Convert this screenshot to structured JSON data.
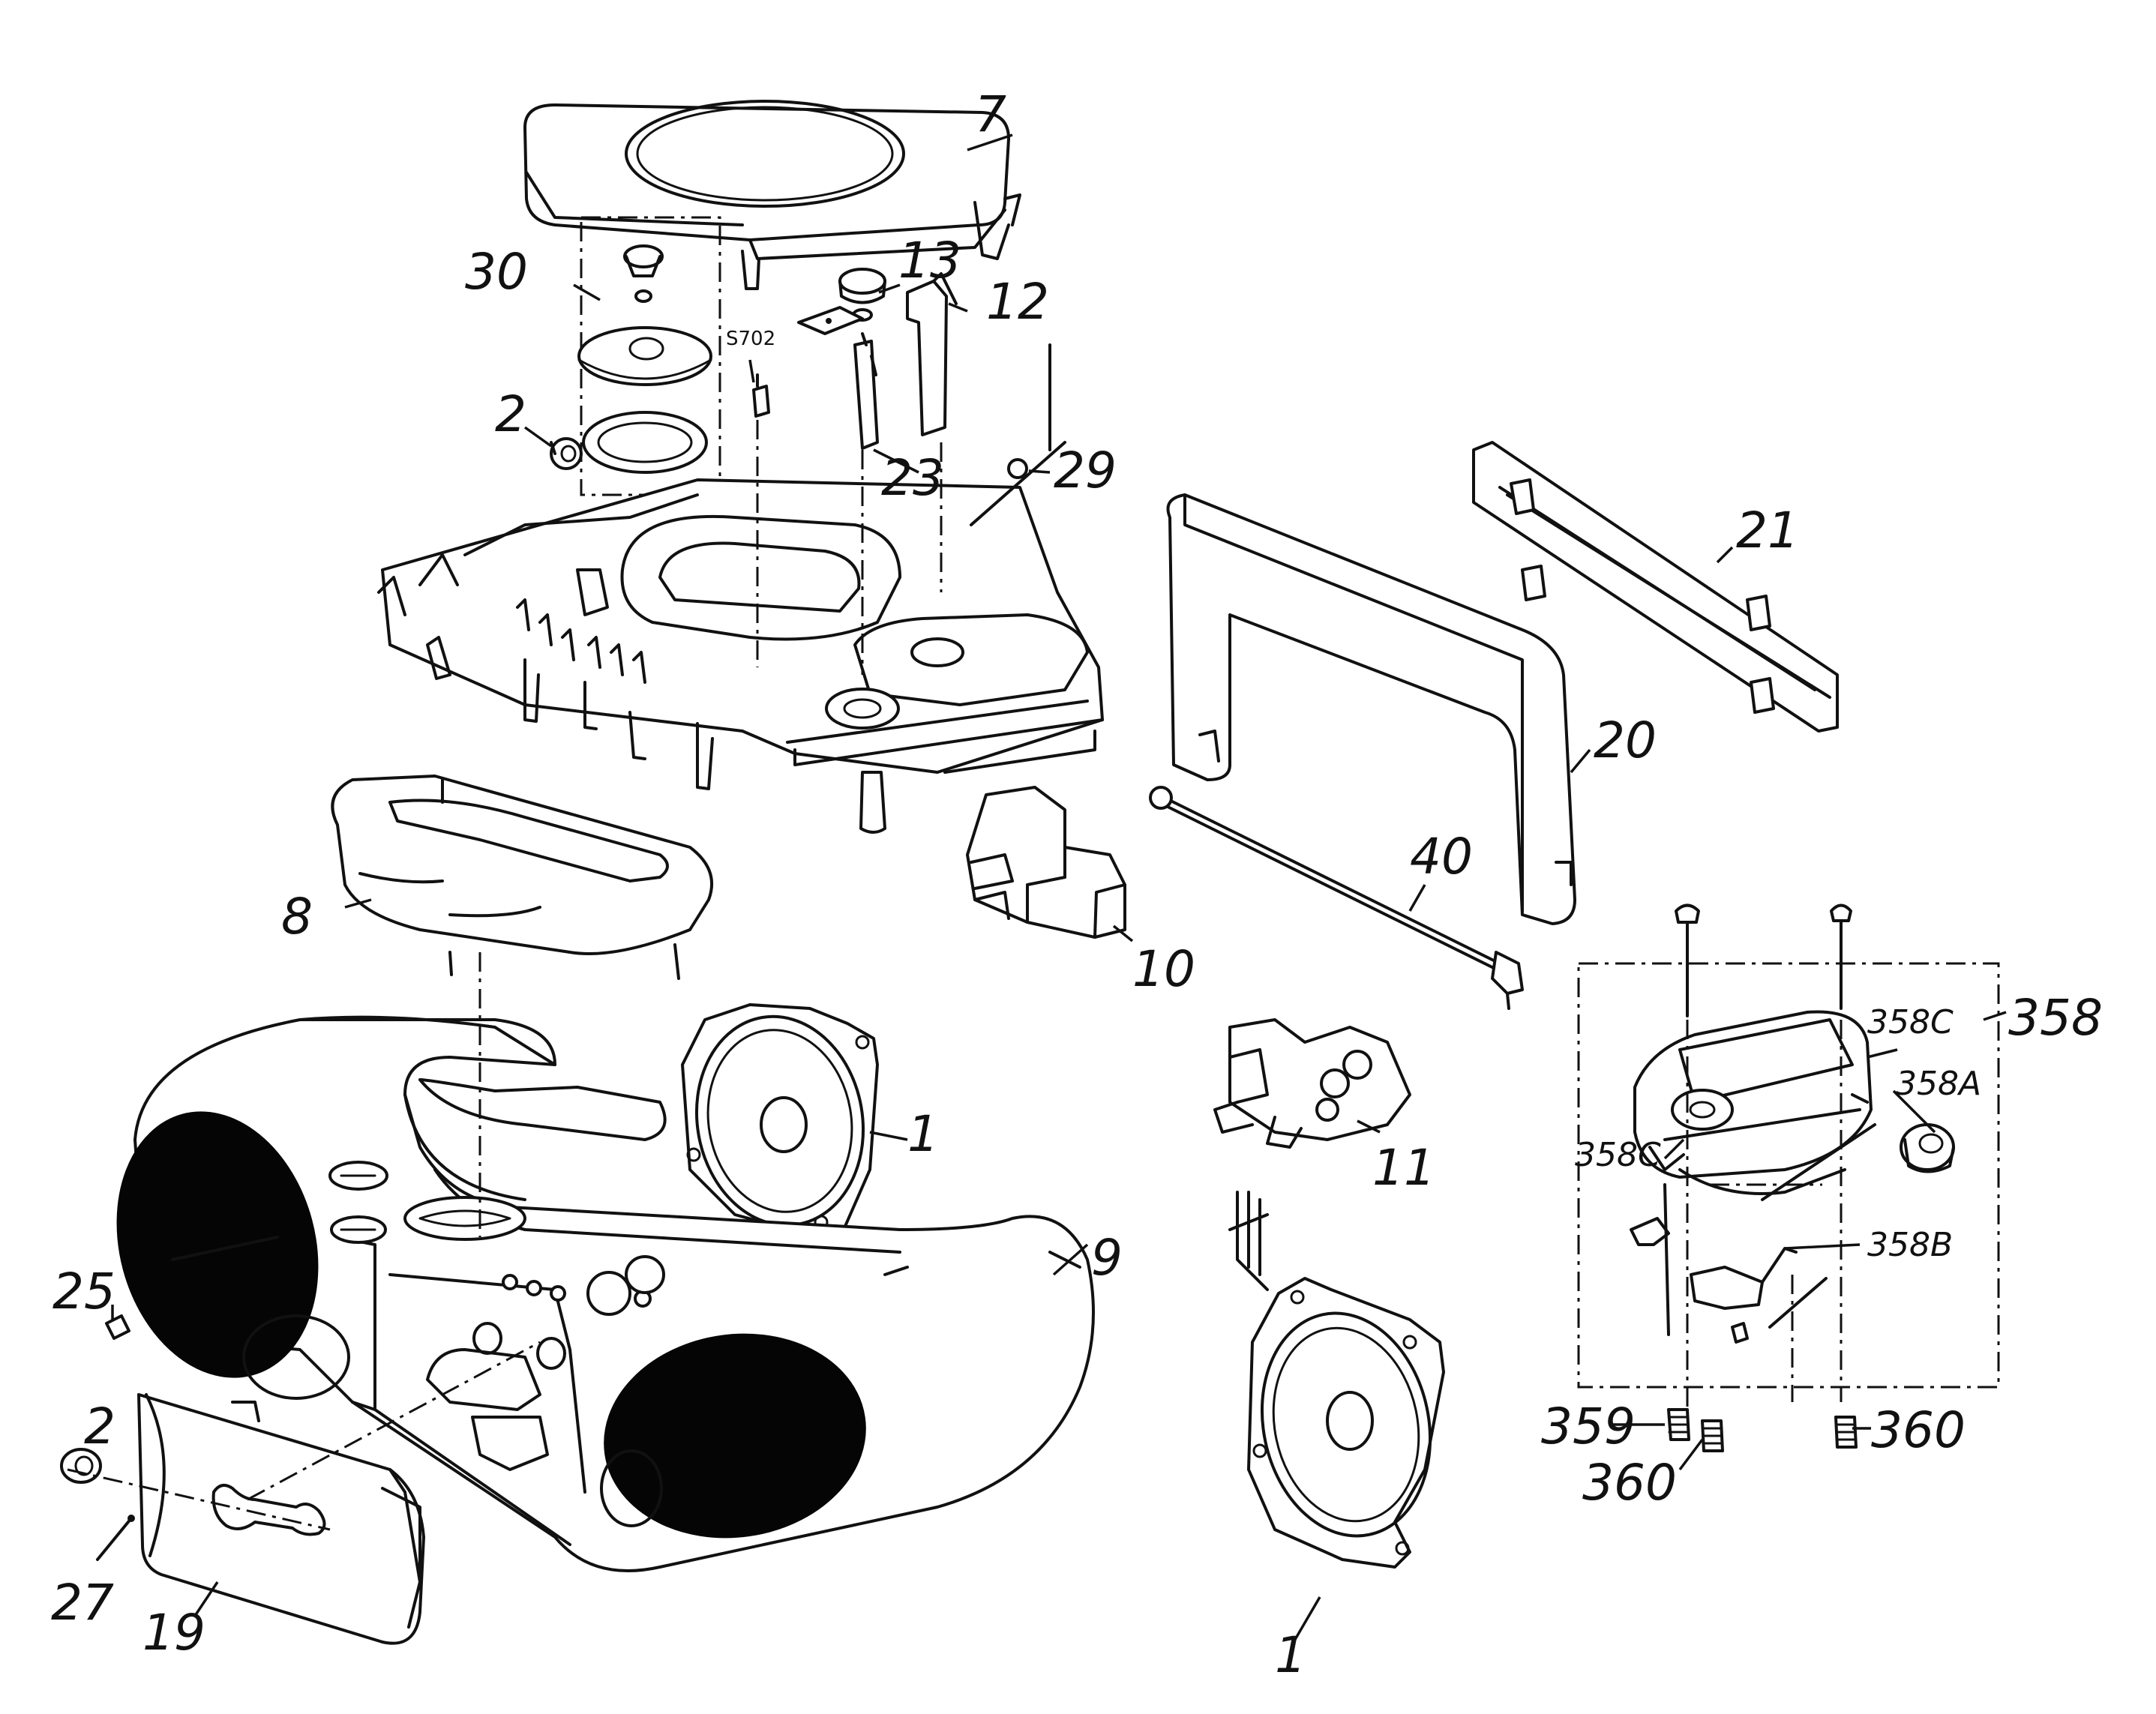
{
  "parts": {
    "p1a": "1",
    "p1b": "1",
    "p2a": "2",
    "p2b": "2",
    "p7": "7",
    "p8": "8",
    "p9": "9",
    "p10": "10",
    "p11": "11",
    "p12": "12",
    "p13": "13",
    "p19": "19",
    "p20": "20",
    "p21": "21",
    "p23": "23",
    "p25": "25",
    "p27": "27",
    "p29": "29",
    "p30": "30",
    "p40": "40",
    "s702": "S702",
    "p358": "358",
    "p358a": "358A",
    "p358b": "358B",
    "p358c_top": "358C",
    "p358c_left": "358C",
    "p359": "359",
    "p360a": "360",
    "p360b": "360"
  }
}
